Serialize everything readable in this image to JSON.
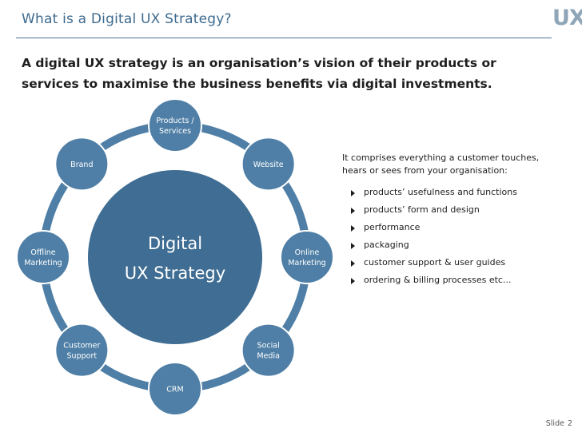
{
  "slide": {
    "title": "What is a Digital UX Strategy?",
    "logo_text": "UX",
    "intro": "A digital UX strategy is an organisation’s vision of their products or services to maximise the business benefits via digital investments."
  },
  "diagram": {
    "center": {
      "line1": "Digital",
      "line2": "UX Strategy"
    },
    "nodes": [
      {
        "id": "products-services",
        "lines": [
          "Products /",
          "Services"
        ]
      },
      {
        "id": "website",
        "lines": [
          "Website"
        ]
      },
      {
        "id": "online-marketing",
        "lines": [
          "Online",
          "Marketing"
        ]
      },
      {
        "id": "social-media",
        "lines": [
          "Social",
          "Media"
        ]
      },
      {
        "id": "crm",
        "lines": [
          "CRM"
        ]
      },
      {
        "id": "customer-support",
        "lines": [
          "Customer",
          "Support"
        ]
      },
      {
        "id": "offline-marketing",
        "lines": [
          "Offline",
          "Marketing"
        ]
      },
      {
        "id": "brand",
        "lines": [
          "Brand"
        ]
      }
    ],
    "colors": {
      "node": "#4f7fa6",
      "ring": "#4f7fa6",
      "center": "#3f6d93"
    }
  },
  "sidebar": {
    "description": "It comprises everything a customer touches, hears or sees from your organisation:",
    "bullets": [
      "products’ usefulness and functions",
      "products’ form and design",
      "performance",
      "packaging",
      "customer support & user guides",
      "ordering & billing processes etc..."
    ]
  },
  "footer": {
    "label": "Slide",
    "page": "2"
  }
}
